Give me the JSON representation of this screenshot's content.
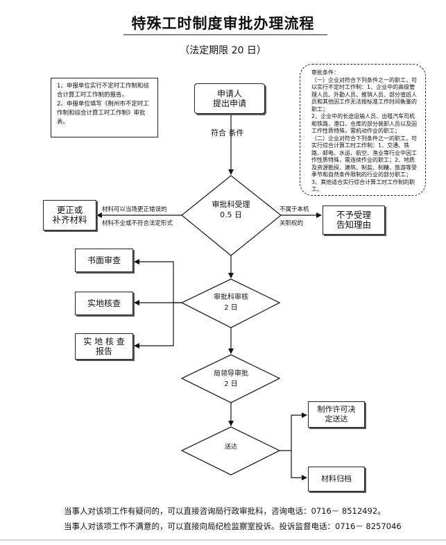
{
  "title": "特殊工时制度审批办理流程",
  "subtitle": "（法定期限 20 日）",
  "left_note": [
    "1、申报单位实行不定时工作制和综合计算工时工作制的报告。",
    "2、申报单位填写《荆州市不定时工作制和综合计算工时工作制》审批表。"
  ],
  "right_note": {
    "heading": "审批条件：",
    "items": [
      "（一）企业对符合下列条件之一的职工，可以实行不定时工作制：1、企业中的高级管理人员、外勤人员、推销人员、部分值班人员和其他因工作无法按标准工作时间衡量的职工；",
      "2、企业中的长途运输人员、出租汽车司机和铁路、港口、仓库的部分装卸人员以及因工作性质特殊，需机动作业的职工；",
      "（二）企业对符合下列条件之一的职工，可实行综合计算工时工作制：1、交通、铁路、邮电、水运、航空、渔业等行业中因工作性质特殊，需连续作业的职工；2、地质及资源勘探、建筑、制盐、制糖、旅游等受季节和自然条件限制的行业的部分职工；3、其他适合实行综合计算工时工作制的职工。"
    ]
  },
  "nodes": {
    "applicant": "申请人\n提出申请",
    "accept": "审批科受理\n0.5 日",
    "correct": "更正或\n补齐材料",
    "reject": "不予受理\n告知理由",
    "review": "审批科审核\n2 日",
    "written": "书面审查",
    "onsite": "实地核查",
    "onsite_report": "实 地 核 查\n报告",
    "leader": "局领导审批\n2 日",
    "deliver": "送达",
    "decision": "制作许可决\n定送达",
    "archive": "材料归档"
  },
  "edge_labels": {
    "meets": "符合 条件",
    "incomplete_1": "材料可以当场更正错误的",
    "incomplete_2": "材料不全或不符合法定形式",
    "not_scope_1": "不属于本机",
    "not_scope_2": "关职权的"
  },
  "footer": [
    "当事人对该项工作有疑问的，可以直接咨询局行政审批科，咨询电话：0716－ 8512492。",
    "当事人对该项工作不满意的，可以直接向局纪检监察室投诉。投诉监督电话：0716－ 8257046"
  ]
}
